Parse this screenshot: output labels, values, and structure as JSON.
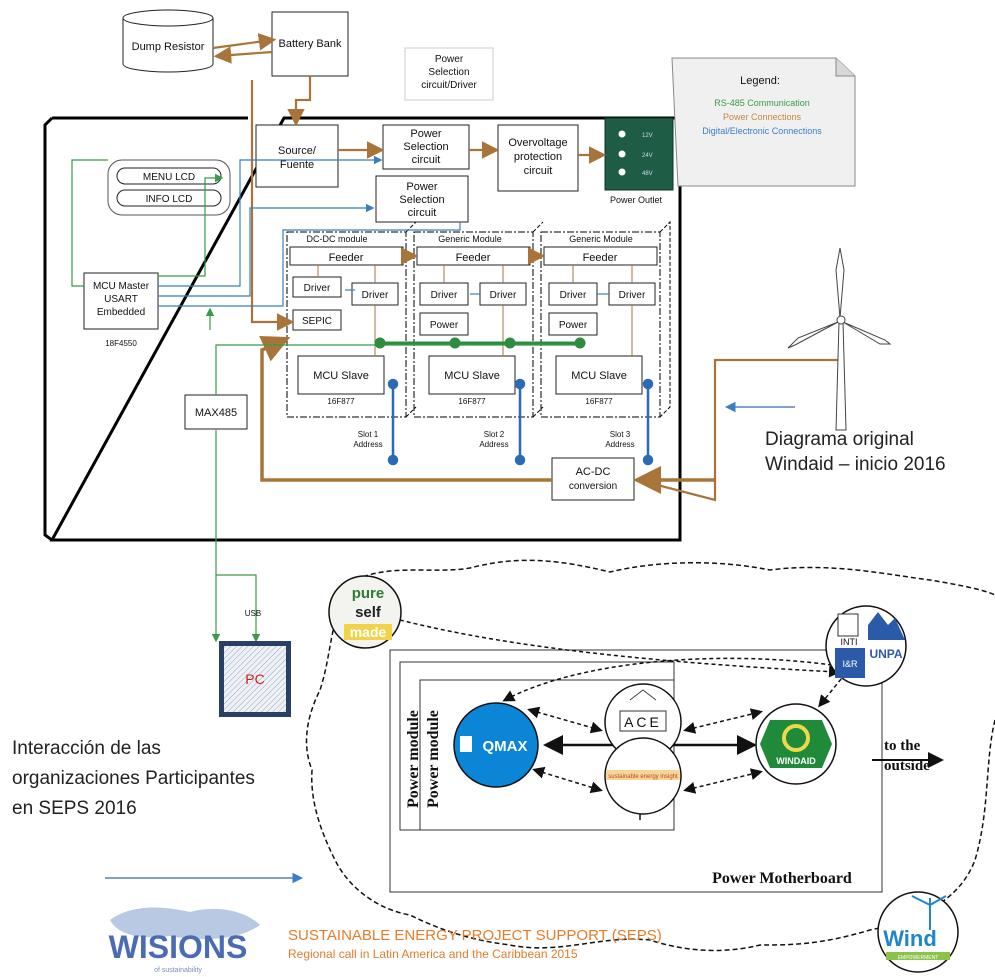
{
  "top_diagram": {
    "dump_resistor": "Dump Resistor",
    "battery_bank": "Battery Bank",
    "power_selection_driver": [
      "Power",
      "Selection",
      "circuit/Driver"
    ],
    "source": [
      "Source/",
      "Fuente"
    ],
    "power_selection_1": [
      "Power",
      "Selection",
      "circuit"
    ],
    "power_selection_2": [
      "Power",
      "Selection",
      "circuit"
    ],
    "overvoltage": [
      "Overvoltage",
      "protection",
      "circuit"
    ],
    "power_outlet": "Power Outlet",
    "outlet_voltages": [
      "12V",
      "24V",
      "48V"
    ],
    "menu_lcd": "MENU LCD",
    "info_lcd": "INFO LCD",
    "mcu_master": [
      "MCU Master",
      "USART",
      "Embedded"
    ],
    "mcu_master_chip": "18F4550",
    "max485": "MAX485",
    "usb": "USB",
    "pc": "PC",
    "ac_dc": [
      "AC-DC",
      "conversion"
    ],
    "modules": [
      {
        "title": "DC-DC module",
        "feeder": "Feeder",
        "left": "Driver",
        "left2": "SEPIC",
        "right": "Driver",
        "slave": "MCU Slave",
        "chip": "16F877",
        "slot": [
          "Slot 1",
          "Address"
        ]
      },
      {
        "title": "Generic Module",
        "feeder": "Feeder",
        "left": "Driver",
        "left2": "Power",
        "right": "Driver",
        "slave": "MCU Slave",
        "chip": "16F877",
        "slot": [
          "Slot 2",
          "Address"
        ]
      },
      {
        "title": "Generic Module",
        "feeder": "Feeder",
        "left": "Driver",
        "left2": "Power",
        "right": "Driver",
        "slave": "MCU Slave",
        "chip": "16F877",
        "slot": [
          "Slot 3",
          "Address"
        ]
      }
    ]
  },
  "legend": {
    "title": "Legend:",
    "items": [
      {
        "text": "RS-485 Communication",
        "color": "#3a9a4a"
      },
      {
        "text": "Power Connections",
        "color": "#c28a3e"
      },
      {
        "text": "Digital/Electronic Connections",
        "color": "#3b7ec4"
      }
    ]
  },
  "annotations": {
    "original_line1": "Diagrama original",
    "original_line2": "Windaid – inicio 2016",
    "interaction_line1": "Interacción de las",
    "interaction_line2": "organizaciones Participantes",
    "interaction_line3": "en SEPS 2016"
  },
  "bottom_diagram": {
    "power_module_1": "Power module",
    "power_module_2": "Power module",
    "power_motherboard": "Power Motherboard",
    "to_outside": [
      "to the",
      "outside"
    ],
    "ace": "ACE",
    "qmax": "QMAX",
    "windaid": "WINDAID",
    "center_logo": "sustainable energy insight",
    "inti": [
      "INTI",
      "I&R"
    ],
    "unpa": "UNPA",
    "pure_self_made": [
      "pure",
      "self",
      "made"
    ],
    "wind": "Wind",
    "wind_sub": "EMPOWERMENT"
  },
  "footer": {
    "wisions": "WISIONS",
    "wisions_sub": "of sustainability",
    "seps_title": "SUSTAINABLE ENERGY PROJECT SUPPORT (SEPS)",
    "seps_subtitle": "Regional call in Latin America and the Caribbean 2015"
  },
  "colors": {
    "rs485": "#3a9a4a",
    "power": "#a8743a",
    "digital": "#3b7ec4",
    "arrow_blue": "#5a7fc0",
    "pc_text": "#d42020",
    "outlet_green": "#1f5c45"
  }
}
